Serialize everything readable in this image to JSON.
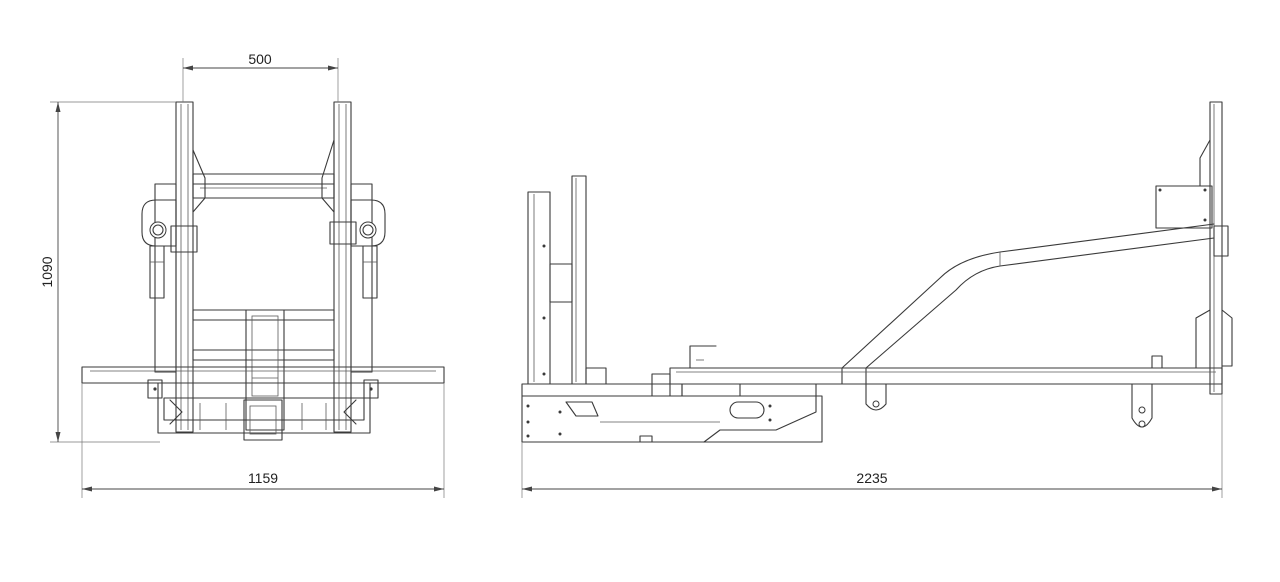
{
  "dimensions": {
    "front_top_width": "500",
    "front_height": "1090",
    "front_bottom_width": "1159",
    "side_length": "2235"
  },
  "colors": {
    "line": "#3a3a3a",
    "background": "#ffffff"
  }
}
